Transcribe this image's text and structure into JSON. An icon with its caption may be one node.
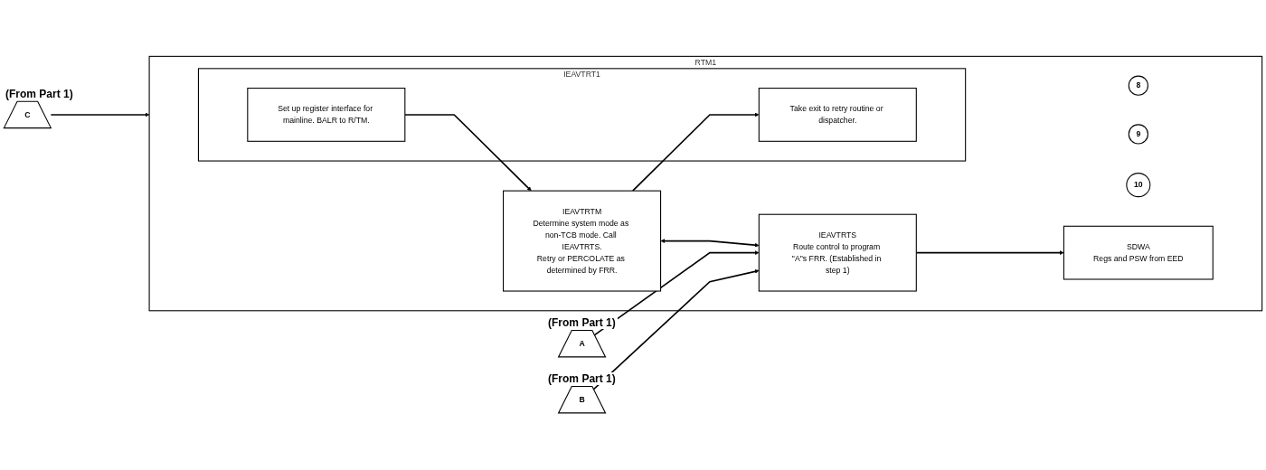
{
  "diagram": {
    "nodes": [
      {
        "text": [
          "C"
        ],
        "beside": [
          "(From Part 1)"
        ]
      },
      {
        "text": [
          "A"
        ],
        "beside": [
          "(From Part 1)"
        ]
      },
      {
        "text": [
          "B"
        ],
        "beside": [
          "(From Part 1)"
        ]
      },
      {
        "text": [
          "RTM1"
        ]
      },
      {
        "text": [
          "8"
        ],
        "in": 3
      },
      {
        "text": [
          "IEAVTRT1"
        ],
        "in": 3
      },
      {
        "text": [
          "Set up register interface for mainline. BALR to R/TM."
        ],
        "in": 5
      },
      {
        "text": [
          "Take exit to retry routine or dispatcher."
        ],
        "in": 5
      },
      {
        "text": [
          "9"
        ],
        "in": 3
      },
      {
        "text": [
          "IEAVTRTM",
          "Determine system mode as non-TCB mode. Call IEAVTRTS.",
          "Retry or PERCOLATE as determined by FRR."
        ],
        "in": 3
      },
      {
        "text": [
          "10"
        ],
        "in": 3
      },
      {
        "text": [
          "IEAVTRTS",
          "Route control to program \"A\"s FRR. (Established in step 1)"
        ],
        "in": 3
      },
      {
        "text": [
          "SDWA",
          "Regs and PSW from EED"
        ],
        "in": 3
      }
    ],
    "edges": [
      {
        "from": 0,
        "to": 3,
        "arrow": "to"
      },
      {
        "from": 1,
        "to": 11,
        "arrow": "to"
      },
      {
        "from": 2,
        "to": 11,
        "arrow": "to"
      },
      {
        "from": 6,
        "to": 9,
        "arrow": "to"
      },
      {
        "from": 9,
        "to": 11,
        "arrow": "both"
      },
      {
        "from": 9,
        "to": 7,
        "arrow": "to"
      },
      {
        "from": 11,
        "to": 12,
        "arrow": "to"
      }
    ]
  }
}
